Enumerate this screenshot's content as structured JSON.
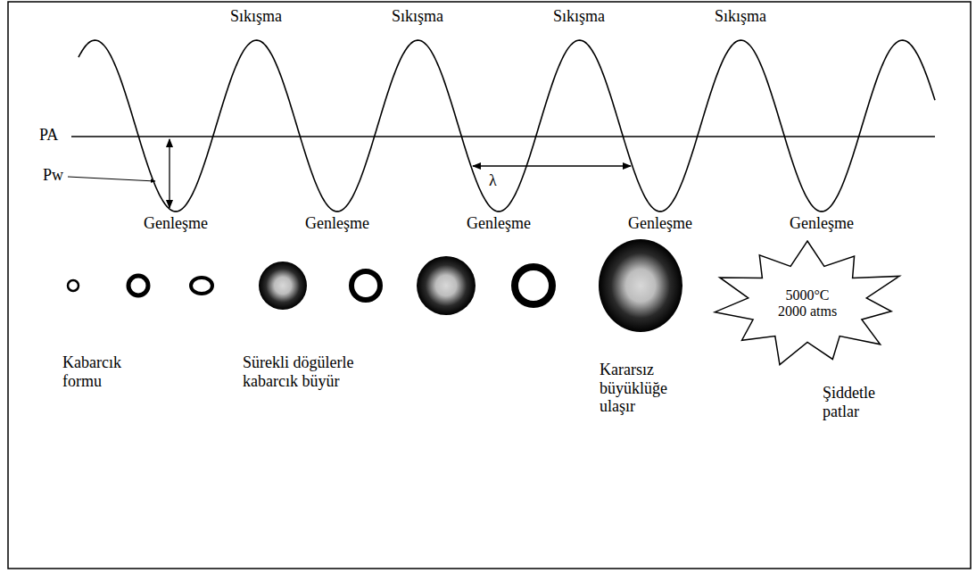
{
  "diagram": {
    "nodes": [
      {
        "text": [
          "5000°C",
          "2000 atms"
        ]
      }
    ],
    "labels": [
      "Sıkışma",
      "Sıkışma",
      "Sıkışma",
      "Sıkışma",
      "PA",
      "Pw",
      "λ",
      "Genleşme",
      "Genleşme",
      "Genleşme",
      "Genleşme",
      "Genleşme",
      "Kabarcık formu",
      "Sürekli dögülerle kabarcık büyür",
      "Kararsız büyüklüğe ulaşır",
      "Şiddetle patlar"
    ]
  }
}
